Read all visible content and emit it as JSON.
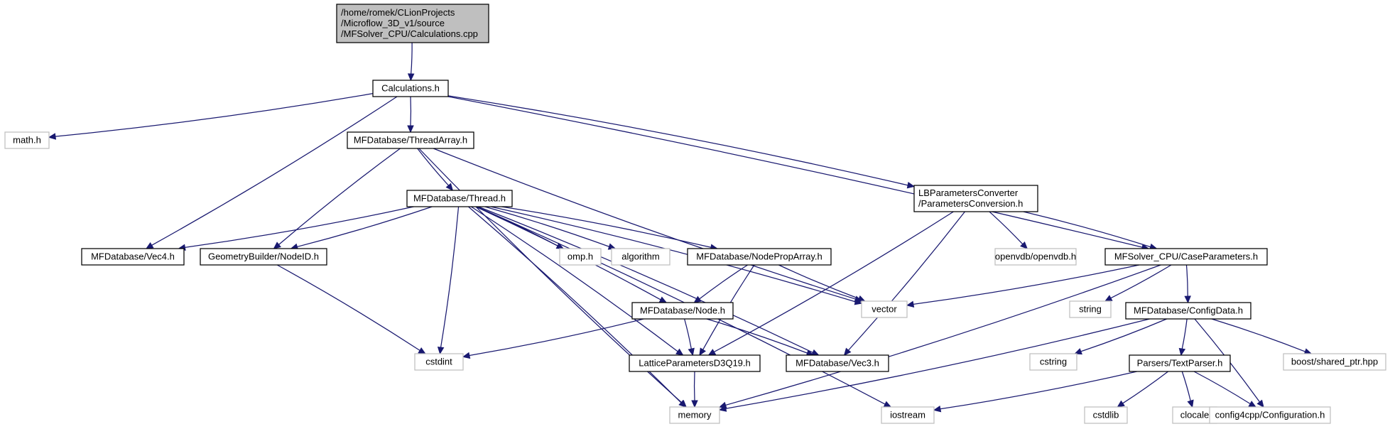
{
  "colors": {
    "edge": "#191970",
    "root_fill": "#bfbfbf",
    "node_border": "#000000",
    "external_border": "#bfbfbf"
  },
  "nodes": [
    {
      "id": "root",
      "kind": "root",
      "lines": [
        "/home/romek/CLionProjects",
        "/Microflow_3D_v1/source",
        "/MFSolver_CPU/Calculations.cpp"
      ]
    },
    {
      "id": "calculations_h",
      "kind": "internal",
      "lines": [
        "Calculations.h"
      ]
    },
    {
      "id": "math_h",
      "kind": "external",
      "lines": [
        "math.h"
      ]
    },
    {
      "id": "threadarray_h",
      "kind": "internal",
      "lines": [
        "MFDatabase/ThreadArray.h"
      ]
    },
    {
      "id": "lbparams_h",
      "kind": "internal",
      "lines": [
        "LBParametersConverter",
        "/ParametersConversion.h"
      ]
    },
    {
      "id": "thread_h",
      "kind": "internal",
      "lines": [
        "MFDatabase/Thread.h"
      ]
    },
    {
      "id": "vec4_h",
      "kind": "internal",
      "lines": [
        "MFDatabase/Vec4.h"
      ]
    },
    {
      "id": "nodeid_h",
      "kind": "internal",
      "lines": [
        "GeometryBuilder/NodeID.h"
      ]
    },
    {
      "id": "omp_h",
      "kind": "external",
      "lines": [
        "omp.h"
      ]
    },
    {
      "id": "algorithm",
      "kind": "external",
      "lines": [
        "algorithm"
      ]
    },
    {
      "id": "nodeproparray_h",
      "kind": "internal",
      "lines": [
        "MFDatabase/NodePropArray.h"
      ]
    },
    {
      "id": "openvdb_h",
      "kind": "external",
      "lines": [
        "openvdb/openvdb.h"
      ]
    },
    {
      "id": "caseparams_h",
      "kind": "internal",
      "lines": [
        "MFSolver_CPU/CaseParameters.h"
      ]
    },
    {
      "id": "vector",
      "kind": "external",
      "lines": [
        "vector"
      ]
    },
    {
      "id": "node_h",
      "kind": "internal",
      "lines": [
        "MFDatabase/Node.h"
      ]
    },
    {
      "id": "string",
      "kind": "external",
      "lines": [
        "string"
      ]
    },
    {
      "id": "configdata_h",
      "kind": "internal",
      "lines": [
        "MFDatabase/ConfigData.h"
      ]
    },
    {
      "id": "cstdint",
      "kind": "external",
      "lines": [
        "cstdint"
      ]
    },
    {
      "id": "lattice_h",
      "kind": "internal",
      "lines": [
        "LatticeParametersD3Q19.h"
      ]
    },
    {
      "id": "vec3_h",
      "kind": "internal",
      "lines": [
        "MFDatabase/Vec3.h"
      ]
    },
    {
      "id": "cstring",
      "kind": "external",
      "lines": [
        "cstring"
      ]
    },
    {
      "id": "textparser_h",
      "kind": "internal",
      "lines": [
        "Parsers/TextParser.h"
      ]
    },
    {
      "id": "boost_h",
      "kind": "external",
      "lines": [
        "boost/shared_ptr.hpp"
      ]
    },
    {
      "id": "memory",
      "kind": "external",
      "lines": [
        "memory"
      ]
    },
    {
      "id": "iostream",
      "kind": "external",
      "lines": [
        "iostream"
      ]
    },
    {
      "id": "cstdlib",
      "kind": "external",
      "lines": [
        "cstdlib"
      ]
    },
    {
      "id": "clocale",
      "kind": "external",
      "lines": [
        "clocale"
      ]
    },
    {
      "id": "config4cpp_h",
      "kind": "external",
      "lines": [
        "config4cpp/Configuration.h"
      ]
    }
  ],
  "edges": [
    [
      "root",
      "calculations_h"
    ],
    [
      "calculations_h",
      "math_h"
    ],
    [
      "calculations_h",
      "threadarray_h"
    ],
    [
      "calculations_h",
      "vec4_h"
    ],
    [
      "calculations_h",
      "lbparams_h"
    ],
    [
      "calculations_h",
      "caseparams_h"
    ],
    [
      "threadarray_h",
      "thread_h"
    ],
    [
      "threadarray_h",
      "nodeid_h"
    ],
    [
      "threadarray_h",
      "vector"
    ],
    [
      "threadarray_h",
      "memory"
    ],
    [
      "thread_h",
      "vec4_h"
    ],
    [
      "thread_h",
      "nodeid_h"
    ],
    [
      "thread_h",
      "omp_h"
    ],
    [
      "thread_h",
      "algorithm"
    ],
    [
      "thread_h",
      "nodeproparray_h"
    ],
    [
      "thread_h",
      "vector"
    ],
    [
      "thread_h",
      "node_h"
    ],
    [
      "thread_h",
      "cstdint"
    ],
    [
      "thread_h",
      "lattice_h"
    ],
    [
      "thread_h",
      "vec3_h"
    ],
    [
      "thread_h",
      "memory"
    ],
    [
      "thread_h",
      "iostream"
    ],
    [
      "nodeid_h",
      "cstdint"
    ],
    [
      "nodeproparray_h",
      "node_h"
    ],
    [
      "nodeproparray_h",
      "vector"
    ],
    [
      "nodeproparray_h",
      "lattice_h"
    ],
    [
      "node_h",
      "cstdint"
    ],
    [
      "node_h",
      "lattice_h"
    ],
    [
      "node_h",
      "vec3_h"
    ],
    [
      "lattice_h",
      "memory"
    ],
    [
      "lbparams_h",
      "openvdb_h"
    ],
    [
      "lbparams_h",
      "caseparams_h"
    ],
    [
      "lbparams_h",
      "lattice_h"
    ],
    [
      "lbparams_h",
      "vec3_h"
    ],
    [
      "caseparams_h",
      "vector"
    ],
    [
      "caseparams_h",
      "string"
    ],
    [
      "caseparams_h",
      "configdata_h"
    ],
    [
      "caseparams_h",
      "memory"
    ],
    [
      "configdata_h",
      "cstring"
    ],
    [
      "configdata_h",
      "textparser_h"
    ],
    [
      "configdata_h",
      "boost_h"
    ],
    [
      "configdata_h",
      "memory"
    ],
    [
      "configdata_h",
      "config4cpp_h"
    ],
    [
      "textparser_h",
      "cstdlib"
    ],
    [
      "textparser_h",
      "clocale"
    ],
    [
      "textparser_h",
      "config4cpp_h"
    ],
    [
      "textparser_h",
      "iostream"
    ]
  ]
}
